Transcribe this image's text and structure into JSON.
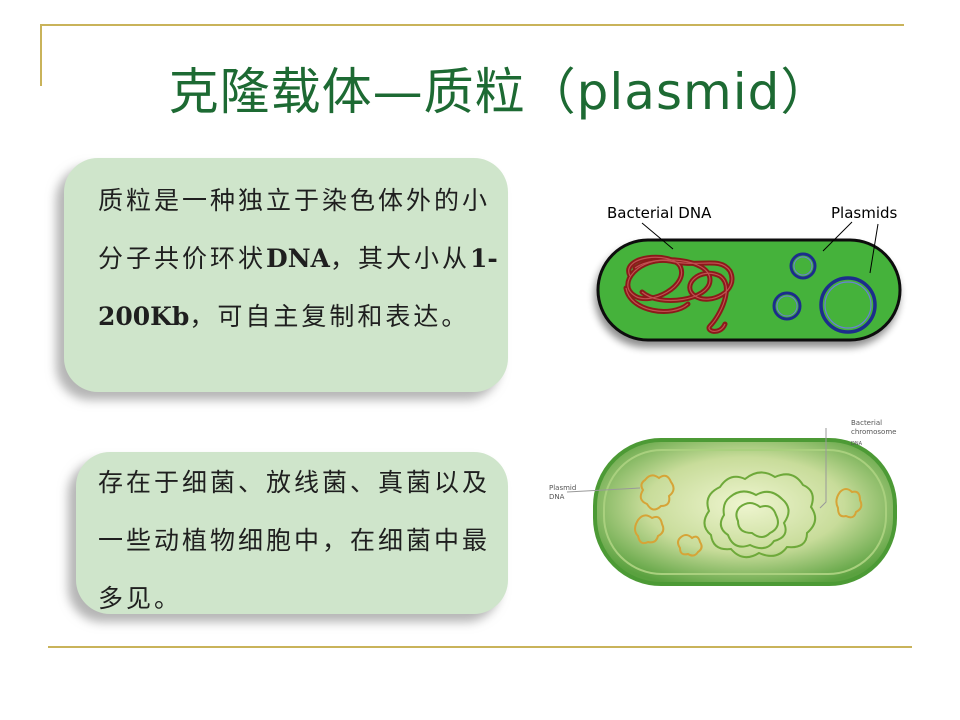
{
  "slide": {
    "title": "克隆载体—质粒（plasmid）",
    "card1": {
      "seg1": "质粒是一种独立于染色体外的小分子共价环状",
      "seg1_bold": "DNA",
      "seg2": "，其大小从",
      "seg2_bold": "1-200Kb",
      "seg3": "，可自主复制和表达。"
    },
    "card2": {
      "text": "存在于细菌、放线菌、真菌以及一些动植物细胞中，在细菌中最多见。"
    },
    "figure1": {
      "label_bacterial_dna": "Bacterial DNA",
      "label_plasmids": "Plasmids"
    },
    "figure2": {
      "label_plasmid_line1": "Plasmid",
      "label_plasmid_line2": "DNA",
      "label_chromosome_line1": "Bacterial",
      "label_chromosome_line2": "chromosome",
      "label_small": "DNA"
    },
    "colors": {
      "accent_line": "#c9b35a",
      "title": "#1d6a33",
      "card_bg": "#cfe5cb",
      "cell_green": "#45b23b",
      "bacterial_dna": "#8b1a1a",
      "plasmid_ring": "#1c2d8c"
    }
  }
}
